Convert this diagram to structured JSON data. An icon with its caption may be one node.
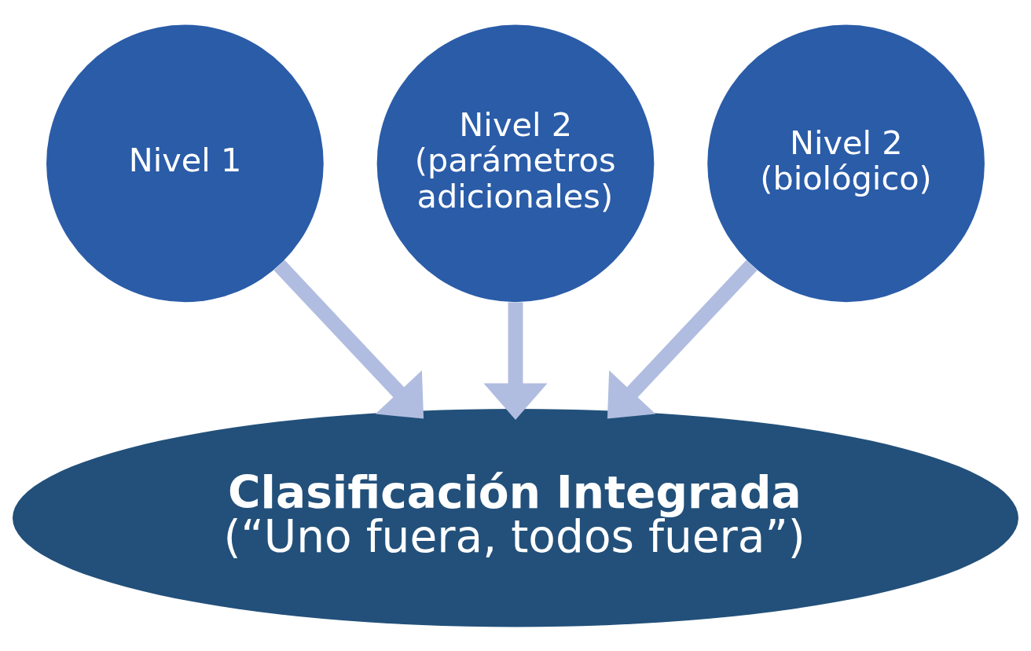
{
  "diagram": {
    "nodes": [
      {
        "text": [
          "Nivel 1"
        ]
      },
      {
        "text": [
          "Nivel 2 (parámetros adicionales)"
        ]
      },
      {
        "text": [
          "Nivel 2 (biológico)"
        ]
      },
      {
        "text": [
          "Clasificación Integrada",
          "(“Uno fuera, todos fuera”)"
        ]
      }
    ],
    "edges": [
      {
        "from": 0,
        "to": 3,
        "arrow": "to"
      },
      {
        "from": 1,
        "to": 3,
        "arrow": "to"
      },
      {
        "from": 2,
        "to": 3,
        "arrow": "to"
      }
    ]
  }
}
